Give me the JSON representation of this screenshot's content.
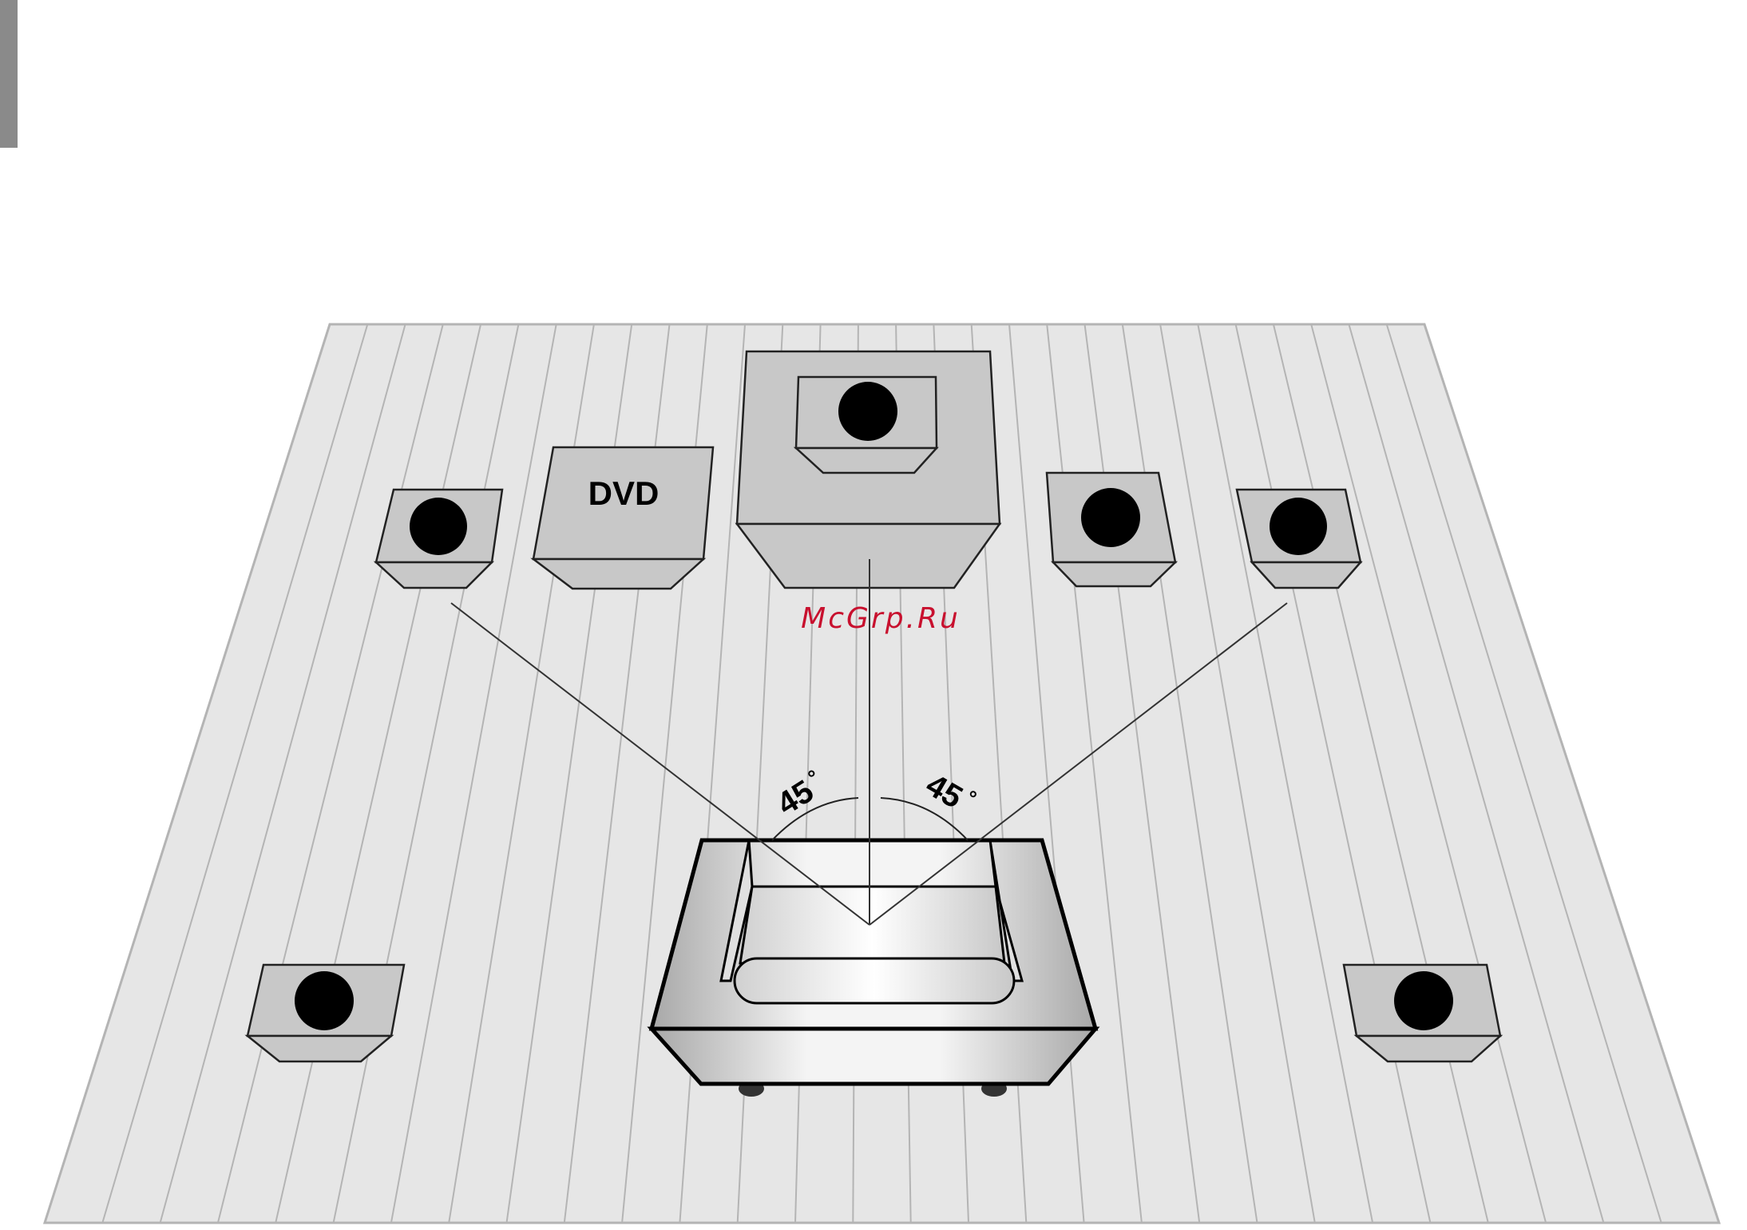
{
  "diagram": {
    "player_label": "DVD",
    "angle_left": "45",
    "angle_right": "45",
    "degree_symbol": "°",
    "watermark": "McGrp.Ru"
  },
  "colors": {
    "floor": "#e6e6e6",
    "floor_lines": "#b4b4b4",
    "speaker_body": "#c8c8c8",
    "speaker_cone": "#000000",
    "watermark": "#c8102e"
  }
}
